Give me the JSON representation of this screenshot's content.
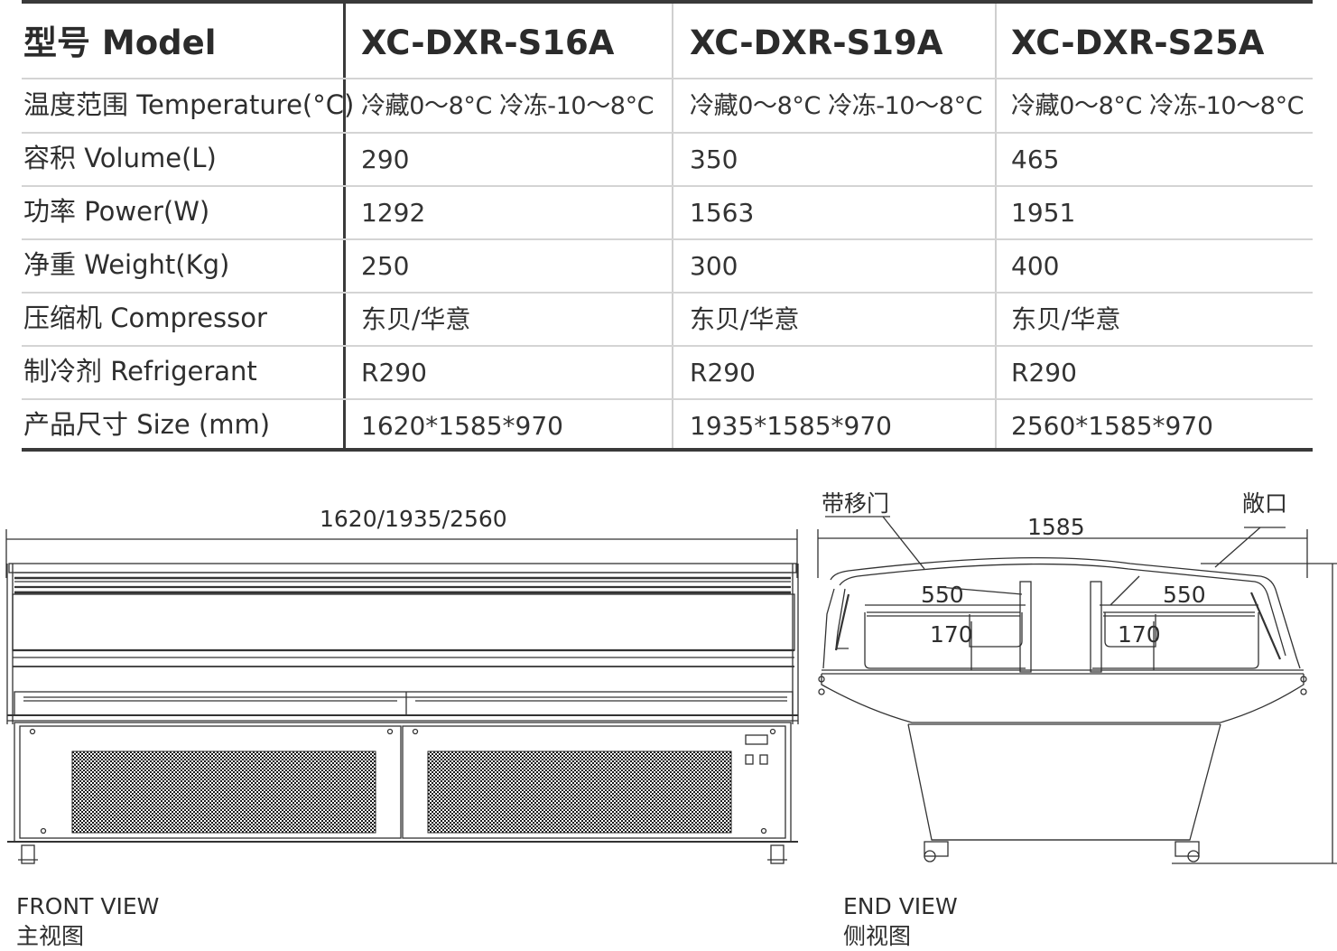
{
  "spec_table": {
    "header": {
      "label": "型号 Model",
      "models": [
        "XC-DXR-S16A",
        "XC-DXR-S19A",
        "XC-DXR-S25A"
      ]
    },
    "rows": [
      {
        "label": "温度范围 Temperature(°C)",
        "values": [
          "冷藏0～8°C  冷冻-10～8°C",
          "冷藏0～8°C  冷冻-10～8°C",
          "冷藏0～8°C  冷冻-10～8°C"
        ]
      },
      {
        "label": "容积 Volume(L)",
        "values": [
          "290",
          "350",
          "465"
        ]
      },
      {
        "label": "功率 Power(W)",
        "values": [
          "1292",
          "1563",
          "1951"
        ]
      },
      {
        "label": "净重 Weight(Kg)",
        "values": [
          "250",
          "300",
          "400"
        ]
      },
      {
        "label": "压缩机 Compressor",
        "values": [
          "东贝/华意",
          "东贝/华意",
          "东贝/华意"
        ]
      },
      {
        "label": "制冷剂 Refrigerant",
        "values": [
          "R290",
          "R290",
          "R290"
        ]
      },
      {
        "label": "产品尺寸 Size (mm)",
        "values": [
          "1620*1585*970",
          "1935*1585*970",
          "2560*1585*970"
        ]
      }
    ]
  },
  "front_view": {
    "dimension_width": "1620/1935/2560",
    "caption_en": "FRONT VIEW",
    "caption_zh": "主视图"
  },
  "end_view": {
    "dimension_depth": "1585",
    "callout_sliding_door": "带移门",
    "callout_open_top": "敞口",
    "tray_width_left": "550",
    "tray_width_right": "550",
    "tray_depth_left": "170",
    "tray_depth_right": "170",
    "caption_en": "END VIEW",
    "caption_zh": "侧视图"
  }
}
